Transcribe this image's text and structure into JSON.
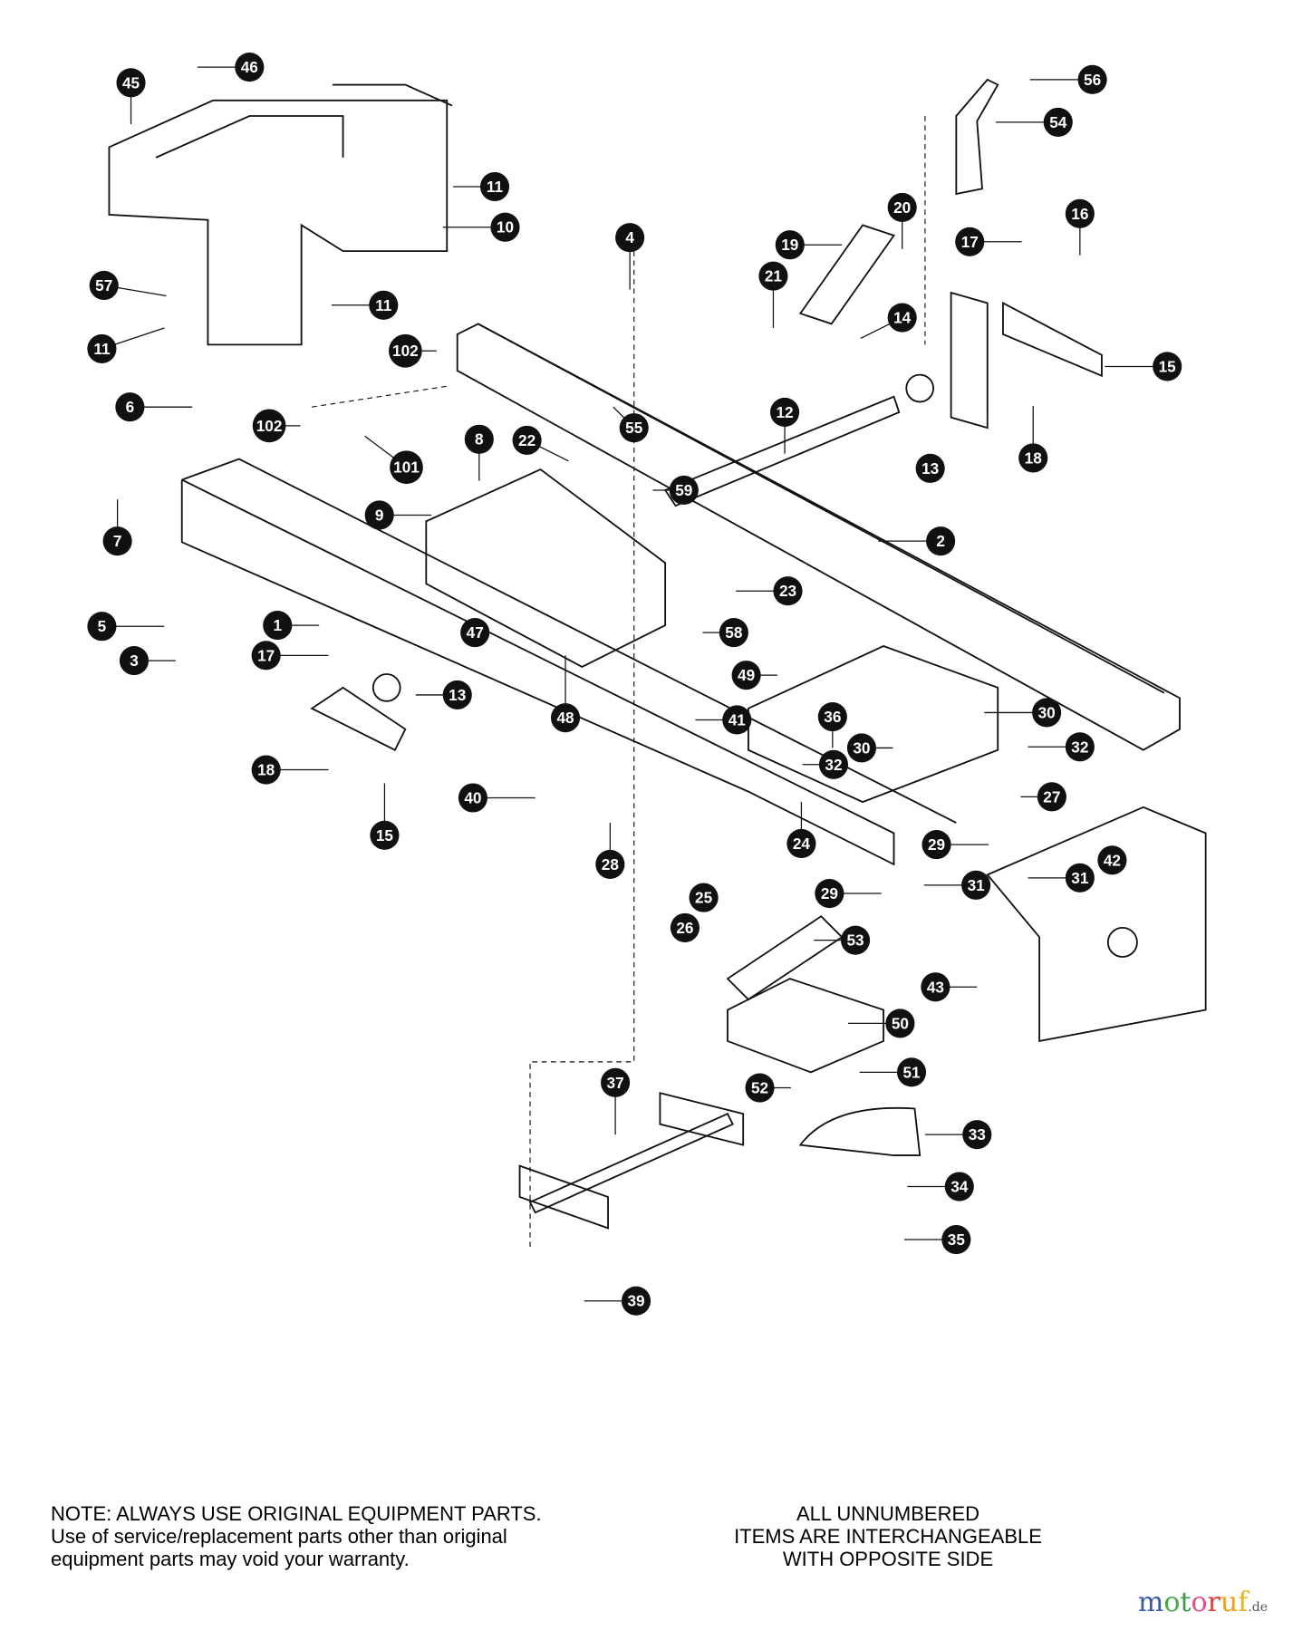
{
  "callouts": [
    "46",
    "45",
    "56",
    "54",
    "11",
    "10",
    "4",
    "20",
    "16",
    "19",
    "17",
    "21",
    "57",
    "11",
    "14",
    "11",
    "102",
    "15",
    "6",
    "12",
    "55",
    "102",
    "22",
    "8",
    "18",
    "101",
    "13",
    "59",
    "9",
    "7",
    "2",
    "23",
    "5",
    "1",
    "47",
    "58",
    "3",
    "17",
    "49",
    "13",
    "48",
    "41",
    "36",
    "30",
    "32",
    "30",
    "32",
    "18",
    "40",
    "27",
    "15",
    "24",
    "29",
    "42",
    "28",
    "31",
    "31",
    "29",
    "25",
    "26",
    "53",
    "43",
    "50",
    "51",
    "37",
    "52",
    "33",
    "34",
    "35",
    "39"
  ],
  "note": {
    "line1": "NOTE: ALWAYS USE ORIGINAL EQUIPMENT PARTS.",
    "line2": "Use of service/replacement parts other than original",
    "line3": "equipment parts may void your warranty."
  },
  "note_right": {
    "line1": "ALL UNNUMBERED",
    "line2": "ITEMS ARE INTERCHANGEABLE",
    "line3": "WITH OPPOSITE SIDE"
  },
  "logo": {
    "main": "motoruf",
    "suffix": ".de"
  }
}
